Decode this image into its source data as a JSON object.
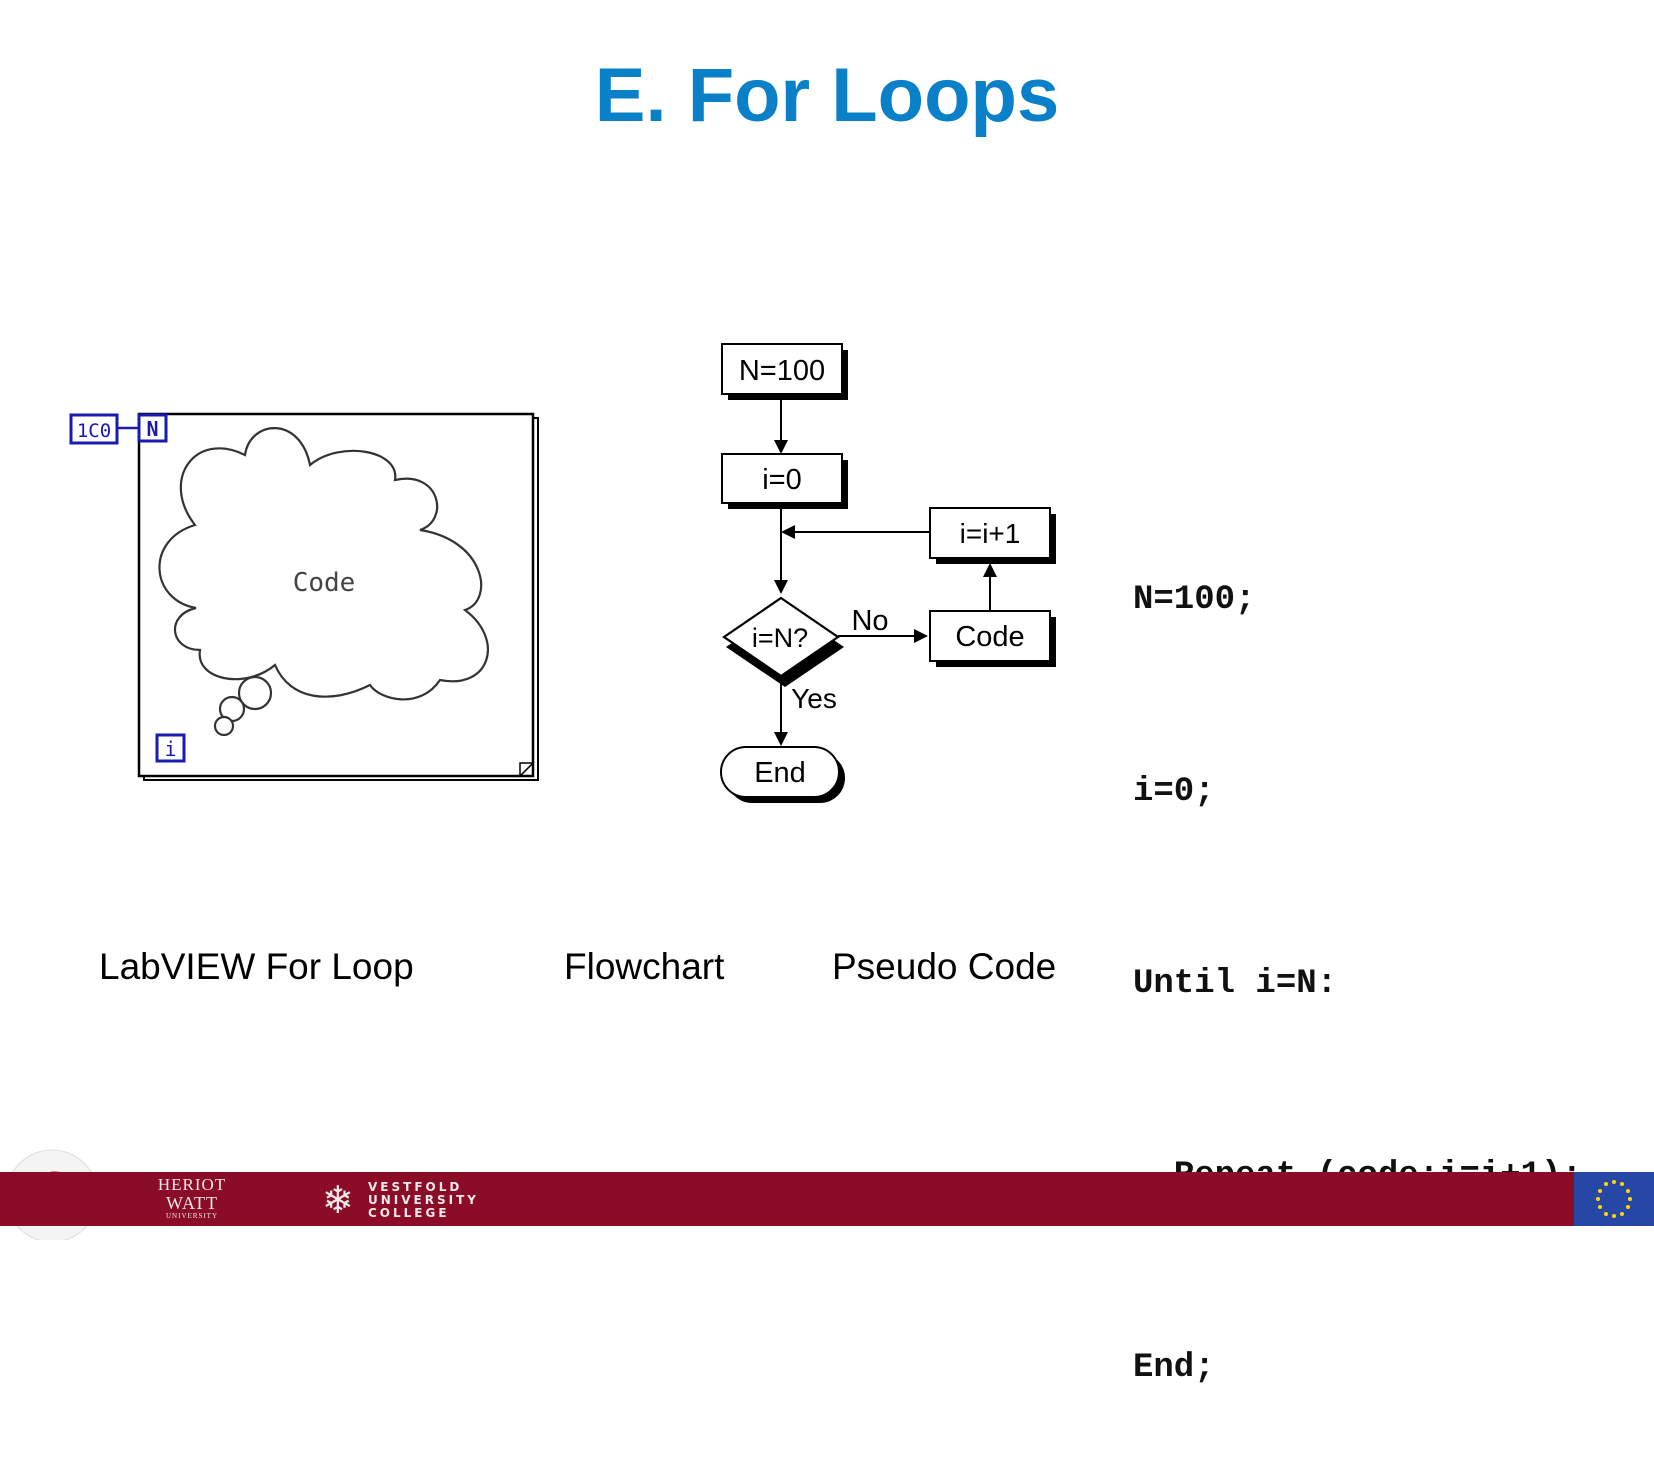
{
  "slide": {
    "title": "E. For Loops"
  },
  "labview": {
    "count_constant": "1C0",
    "count_terminal": "N",
    "iteration_terminal": "i",
    "code_label": "Code"
  },
  "flowchart": {
    "start_box": "N=100",
    "init_box": "i=0",
    "increment_box": "i=i+1",
    "decision": "i=N?",
    "no_label": "No",
    "yes_label": "Yes",
    "code_box": "Code",
    "end_box": "End"
  },
  "pseudo_code": {
    "lines": [
      "N=100;",
      "i=0;",
      "Until i=N:",
      "  Repeat (code;i=i+1);",
      "End;"
    ]
  },
  "captions": {
    "labview": "LabVIEW For Loop",
    "flowchart": "Flowchart",
    "pseudo": "Pseudo Code"
  },
  "footer": {
    "heriot_watt": [
      "HERIOT",
      "WATT",
      "UNIVERSITY"
    ],
    "vestfold": [
      "VESTFOLD",
      "UNIVERSITY",
      "COLLEGE"
    ],
    "colors": {
      "bar": "#8b0c26",
      "eu_flag": "#2747a6",
      "title": "#0a80c8"
    }
  }
}
